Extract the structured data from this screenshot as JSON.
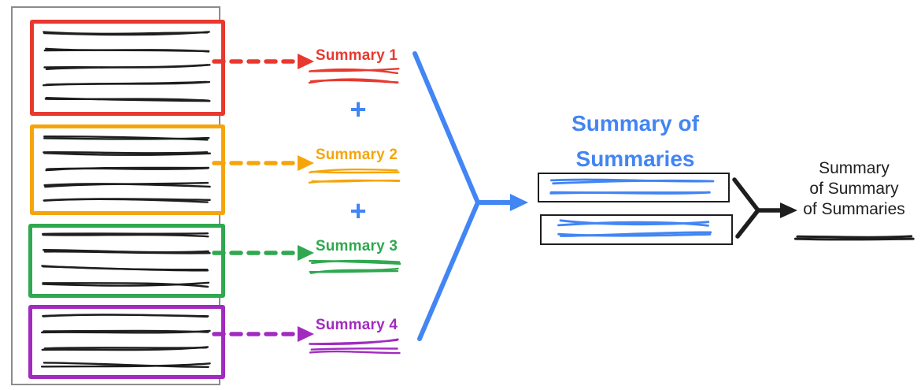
{
  "colors": {
    "red": "#e8392f",
    "orange": "#f5a50b",
    "green": "#2fa84f",
    "purple": "#a22bbf",
    "blue": "#4285f4",
    "ink": "#1e1e1e",
    "doc_border": "#8c8c8c"
  },
  "document": {
    "chunks": [
      {
        "color_key": "red",
        "text_lines": 5
      },
      {
        "color_key": "orange",
        "text_lines": 5
      },
      {
        "color_key": "green",
        "text_lines": 4
      },
      {
        "color_key": "purple",
        "text_lines": 4
      }
    ]
  },
  "summaries": [
    {
      "label": "Summary 1",
      "color_key": "red"
    },
    {
      "label": "Summary 2",
      "color_key": "orange"
    },
    {
      "label": "Summary 3",
      "color_key": "green"
    },
    {
      "label": "Summary 4",
      "color_key": "purple"
    }
  ],
  "plus": "+",
  "title": {
    "line1": "Summary of",
    "line2": "Summaries"
  },
  "final": {
    "line1": "Summary",
    "line2": "of Summary",
    "line3": "of Summaries"
  }
}
